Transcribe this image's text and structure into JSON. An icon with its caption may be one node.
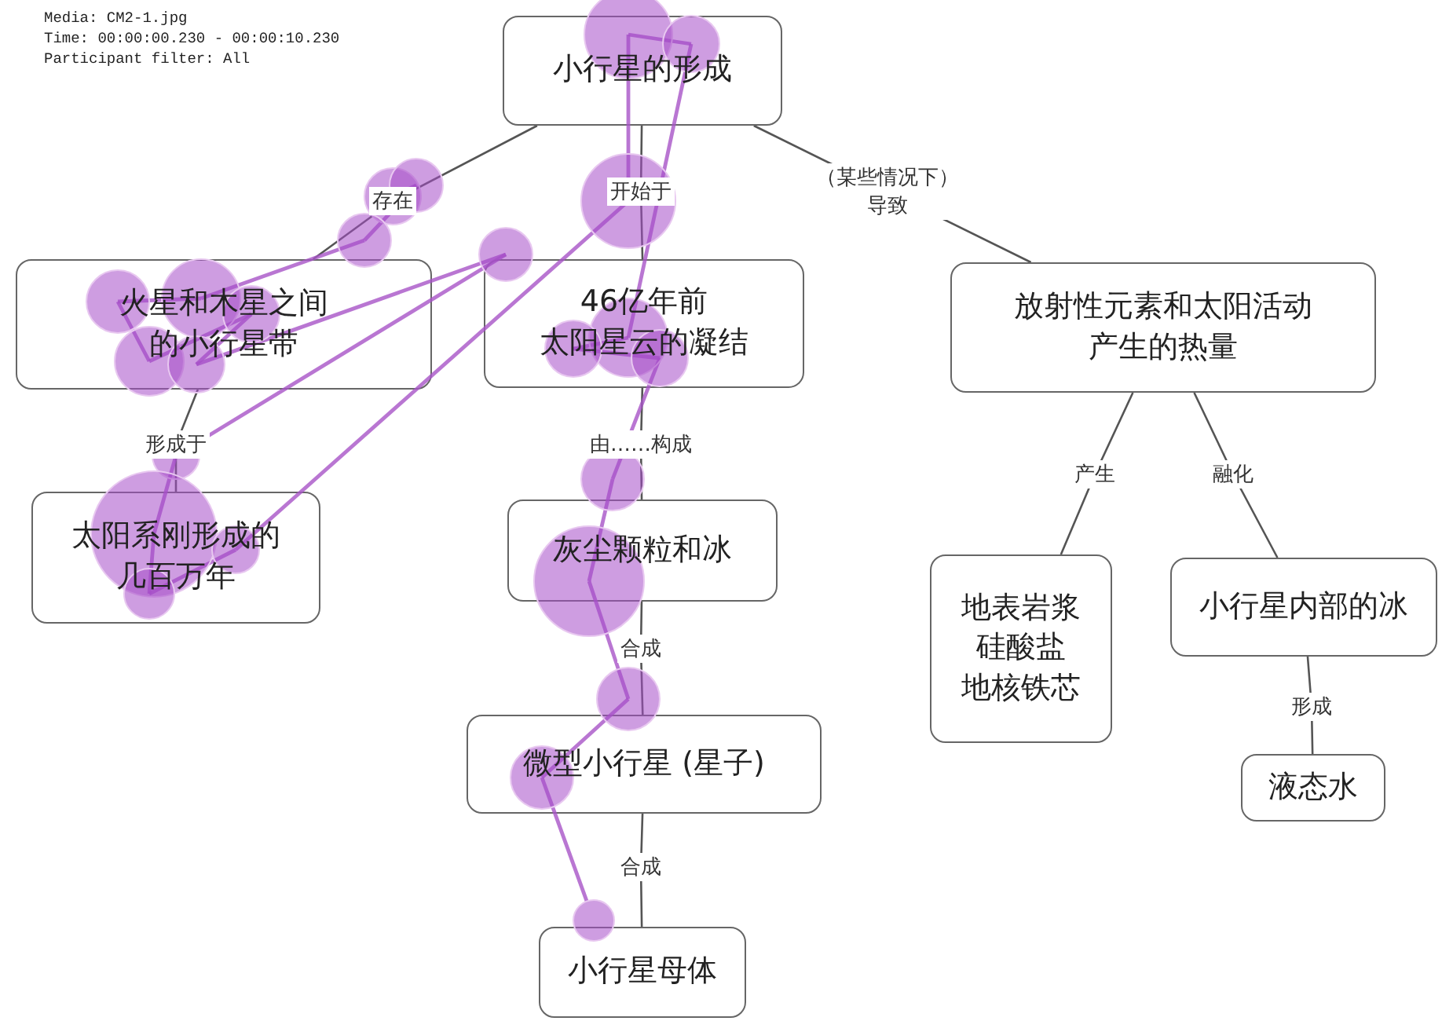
{
  "diagram": {
    "nodes": [
      {
        "text": [
          "小行星的形成"
        ]
      },
      {
        "text": [
          "火星和木星之间的小行星带"
        ]
      },
      {
        "text": [
          "46亿年前",
          "太阳星云的凝结"
        ]
      },
      {
        "text": [
          "太阳系刚形成的几百万年"
        ]
      },
      {
        "text": [
          "灰尘颗粒和冰"
        ]
      },
      {
        "text": [
          "微型小行星 (星子)"
        ]
      },
      {
        "text": [
          "小行星母体"
        ]
      },
      {
        "text": [
          "放射性元素和太阳活动产生的热量"
        ]
      },
      {
        "text": [
          "地表岩浆",
          "硅酸盐",
          "地核铁芯"
        ]
      },
      {
        "text": [
          "小行星内部的冰"
        ]
      },
      {
        "text": [
          "液态水"
        ]
      }
    ],
    "edges": [
      {
        "from": 0,
        "to": 1,
        "arrow": "none",
        "label": "存在"
      },
      {
        "from": 0,
        "to": 2,
        "arrow": "none",
        "label": "开始于"
      },
      {
        "from": 0,
        "to": 7,
        "arrow": "none",
        "label": "（某些情况下）导致"
      },
      {
        "from": 1,
        "to": 3,
        "arrow": "none",
        "label": "形成于"
      },
      {
        "from": 2,
        "to": 4,
        "arrow": "none",
        "label": "由……构成"
      },
      {
        "from": 4,
        "to": 5,
        "arrow": "none",
        "label": "合成"
      },
      {
        "from": 5,
        "to": 6,
        "arrow": "none",
        "label": "合成"
      },
      {
        "from": 7,
        "to": 8,
        "arrow": "none",
        "label": "产生"
      },
      {
        "from": 7,
        "to": 9,
        "arrow": "none",
        "label": "融化"
      },
      {
        "from": 9,
        "to": 10,
        "arrow": "none",
        "label": "形成"
      }
    ],
    "labels": [
      "Media: CM2-1.jpg",
      "Time: 00:00:00.230 - 00:00:10.230",
      "Participant filter: All"
    ]
  }
}
